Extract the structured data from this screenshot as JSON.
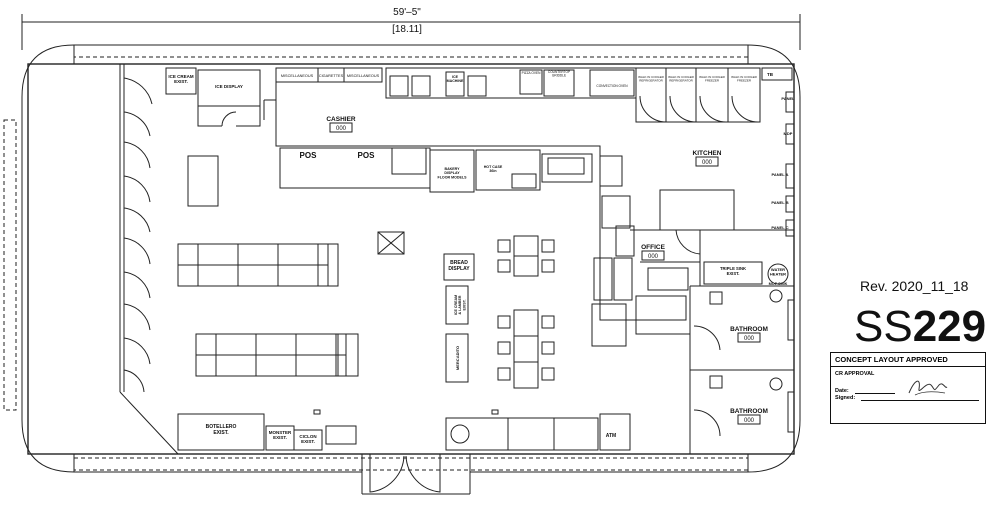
{
  "dimension": {
    "feet": "59'–5\"",
    "meters": "[18.11]"
  },
  "rooms": {
    "cashier": {
      "name": "CASHIER",
      "number": "000"
    },
    "kitchen": {
      "name": "KITCHEN",
      "number": "000"
    },
    "office": {
      "name": "OFFICE",
      "number": "000"
    },
    "bathroom_1": {
      "name": "BATHROOM",
      "number": "000"
    },
    "bathroom_2": {
      "name": "BATHROOM",
      "number": "000"
    }
  },
  "equipment": {
    "ice_cream_exist": "ICE CREAM\nEXIST.",
    "ice_display": "ICE DISPLAY",
    "miscellaneous_1": "MISCELLANEOUS",
    "cigarettes": "CIGARETTES",
    "miscellaneous_2": "MISCELLANEOUS",
    "pos_1": "POS",
    "pos_2": "POS",
    "bread_display": "BREAD\nDISPLAY",
    "ice_cream_lamber": "ICE CREAM\n& LAMBER\nEXIST.",
    "mercadito": "MERCADITO",
    "botellero": "BOTELLERO\nEXIST.",
    "monster": "MONSTER\nEXIST.",
    "ciclon": "CICLON\nEXIST.",
    "atm": "ATM",
    "triple_sink": "TRIPLE SINK\nEXIST.",
    "water_heater": "WATER\nHEATER",
    "mop_sink": "MOP SINK",
    "panel_a": "PANEL A",
    "panel_b": "PANEL B",
    "panel_c": "PANEL C",
    "panel": "PANEL",
    "mdp": "MDP",
    "tb": "TB",
    "convection_oven": "CONVECTION OVEN",
    "countertop_griddle": "COUNTERTOP\nGRIDDLE",
    "ice_machine": "ICE\nMACHINE",
    "pizza_oven": "PIZZA OVEN",
    "bakery_display": "BAKERY\nDISPLAY\nFLOOR MODELS",
    "hot_case": "HOT CASE\n36in",
    "walk_in_1": "WALK IN COOLER\nREFRIGERATOR",
    "walk_in_2": "WALK IN COOLER\nREFRIGERATOR",
    "walk_in_3": "WALK IN COOLER\nFREEZER",
    "walk_in_4": "WALK IN COOLER\nFREEZER"
  },
  "revision": "Rev. 2020_11_18",
  "store_code": {
    "prefix": "SS",
    "number": "229"
  },
  "approval": {
    "title": "CONCEPT LAYOUT APPROVED",
    "cr_approval": "CR APPROVAL",
    "date_label": "Date:",
    "signed_label": "Signed:"
  },
  "colors": {
    "ink": "#111111",
    "background": "#ffffff"
  }
}
